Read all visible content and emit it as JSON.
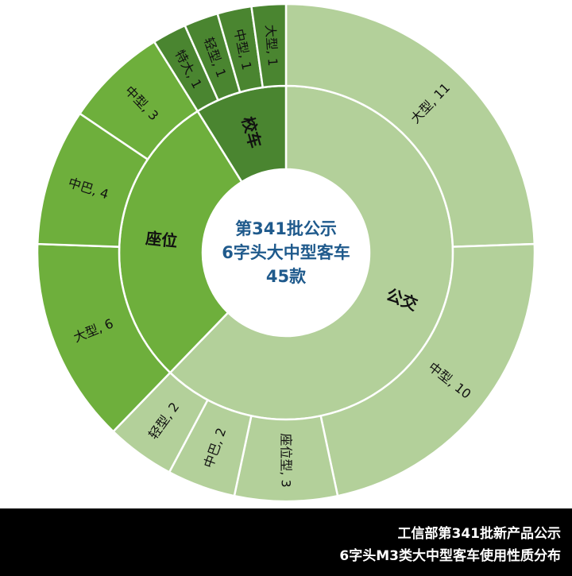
{
  "chart_data": {
    "type": "sunburst",
    "center_label": [
      "第341批公示",
      "6字头大中型客车",
      "45款"
    ],
    "inner_ring": [
      {
        "name": "公交",
        "value": 28,
        "color": "#b3d09a"
      },
      {
        "name": "座位",
        "value": 13,
        "color": "#6eaf3c"
      },
      {
        "name": "校车",
        "value": 4,
        "color": "#4a8530"
      }
    ],
    "outer_ring": [
      {
        "parent": "公交",
        "label": "大型, 11",
        "value": 11
      },
      {
        "parent": "公交",
        "label": "中型, 10",
        "value": 10
      },
      {
        "parent": "公交",
        "label": "座位型, 3",
        "value": 3
      },
      {
        "parent": "公交",
        "label": "中巴, 2",
        "value": 2
      },
      {
        "parent": "公交",
        "label": "轻型, 2",
        "value": 2
      },
      {
        "parent": "座位",
        "label": "大型, 6",
        "value": 6
      },
      {
        "parent": "座位",
        "label": "中巴, 4",
        "value": 4
      },
      {
        "parent": "座位",
        "label": "中型, 3",
        "value": 3
      },
      {
        "parent": "校车",
        "label": "特大, 1",
        "value": 1
      },
      {
        "parent": "校车",
        "label": "轻型, 1",
        "value": 1
      },
      {
        "parent": "校车",
        "label": "中型, 1",
        "value": 1
      },
      {
        "parent": "校车",
        "label": "大型, 1",
        "value": 1
      }
    ],
    "center_text_color": "#1f5a8c"
  },
  "footer": {
    "line1": "工信部第341批新产品公示",
    "line2": "6字头M3类大中型客车使用性质分布"
  }
}
